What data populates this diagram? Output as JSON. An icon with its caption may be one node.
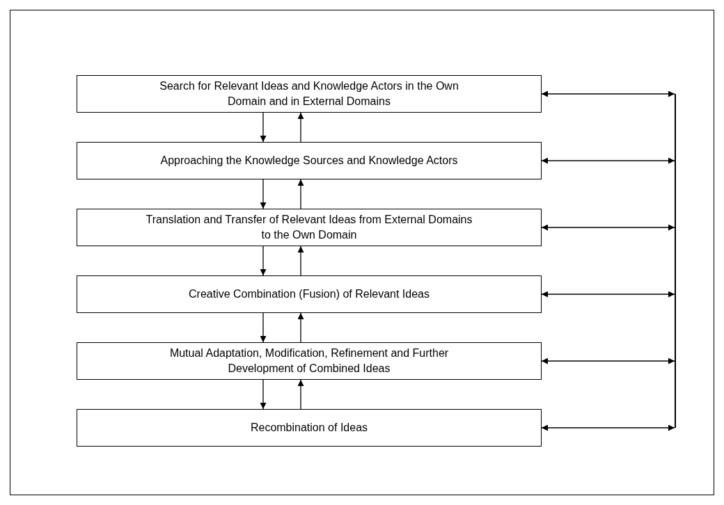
{
  "diagram": {
    "nodes": [
      {
        "text": [
          "Search for Relevant Ideas and Knowledge Actors in the Own Domain and in External Domains"
        ]
      },
      {
        "text": [
          "Approaching the Knowledge Sources and Knowledge Actors"
        ]
      },
      {
        "text": [
          "Translation and Transfer of Relevant Ideas from External Domains to the Own Domain"
        ]
      },
      {
        "text": [
          "Creative Combination (Fusion) of Relevant Ideas"
        ]
      },
      {
        "text": [
          "Mutual Adaptation, Modification, Refinement and Further Development of Combined Ideas"
        ]
      },
      {
        "text": [
          "Recombination of Ideas"
        ]
      },
      {
        "text": [],
        "shape": "bar"
      }
    ],
    "edges": [
      {
        "from": 0,
        "to": 1,
        "arrow": "to"
      },
      {
        "from": 1,
        "to": 0,
        "arrow": "to"
      },
      {
        "from": 1,
        "to": 2,
        "arrow": "to"
      },
      {
        "from": 2,
        "to": 1,
        "arrow": "to"
      },
      {
        "from": 2,
        "to": 3,
        "arrow": "to"
      },
      {
        "from": 3,
        "to": 2,
        "arrow": "to"
      },
      {
        "from": 3,
        "to": 4,
        "arrow": "to"
      },
      {
        "from": 4,
        "to": 3,
        "arrow": "to"
      },
      {
        "from": 4,
        "to": 5,
        "arrow": "to"
      },
      {
        "from": 5,
        "to": 4,
        "arrow": "to"
      },
      {
        "from": 0,
        "to": 6,
        "arrow": "both"
      },
      {
        "from": 1,
        "to": 6,
        "arrow": "both"
      },
      {
        "from": 2,
        "to": 6,
        "arrow": "both"
      },
      {
        "from": 3,
        "to": 6,
        "arrow": "both"
      },
      {
        "from": 4,
        "to": 6,
        "arrow": "both"
      },
      {
        "from": 5,
        "to": 6,
        "arrow": "both"
      }
    ]
  }
}
